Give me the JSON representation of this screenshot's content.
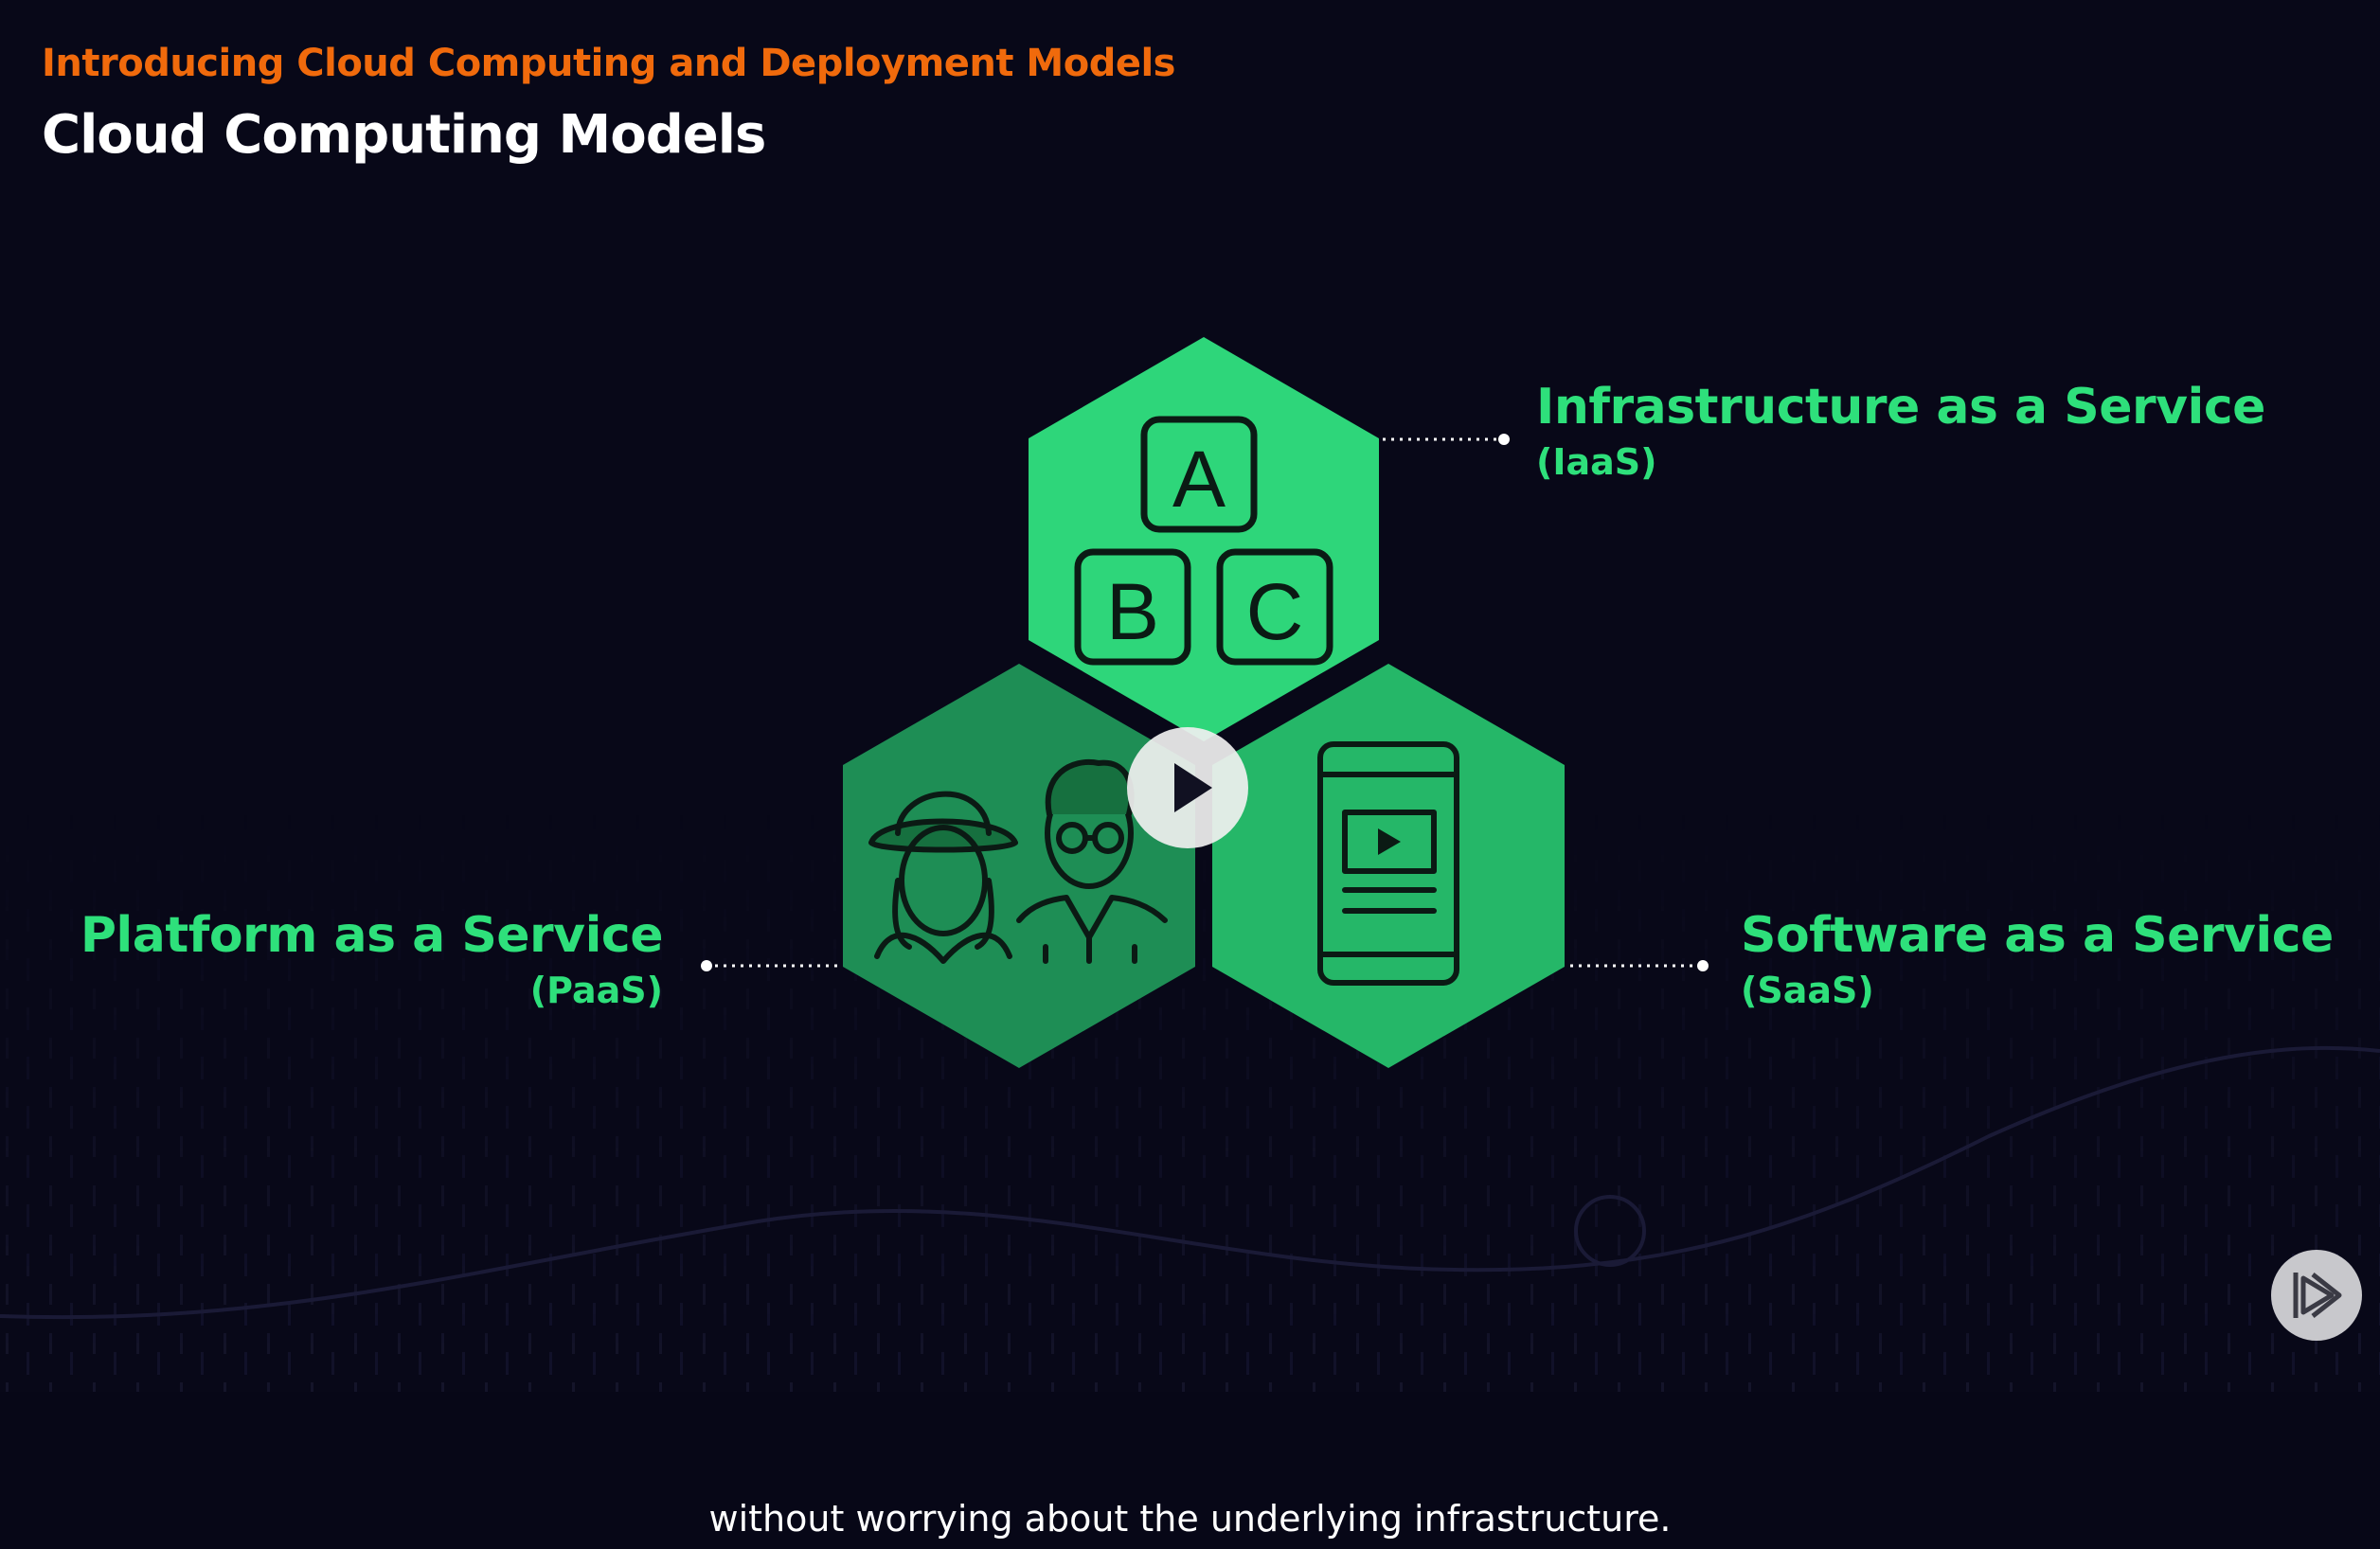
{
  "header": {
    "course_title": "Introducing Cloud Computing and Deployment Models",
    "module_title": "Cloud Computing Models"
  },
  "models": {
    "iaas": {
      "name": "Infrastructure as a Service",
      "abbr": "(IaaS)",
      "icon": "abc-blocks-icon",
      "block_letters": [
        "A",
        "B",
        "C"
      ]
    },
    "paas": {
      "name": "Platform as a Service",
      "abbr": "(PaaS)",
      "icon": "people-icon"
    },
    "saas": {
      "name": "Software as a Service",
      "abbr": "(SaaS)",
      "icon": "mobile-video-icon"
    }
  },
  "player": {
    "play_icon": "play-icon",
    "brand_icon": "pluralsight-logo-icon"
  },
  "caption": {
    "text": "without worrying about the underlying infrastructure."
  },
  "colors": {
    "background": "#080818",
    "accent_orange": "#f06a0c",
    "green_label": "#2ee07b",
    "hex_iaas": "#2ed67a",
    "hex_paas": "#1e8e55",
    "hex_saas": "#25b768"
  }
}
